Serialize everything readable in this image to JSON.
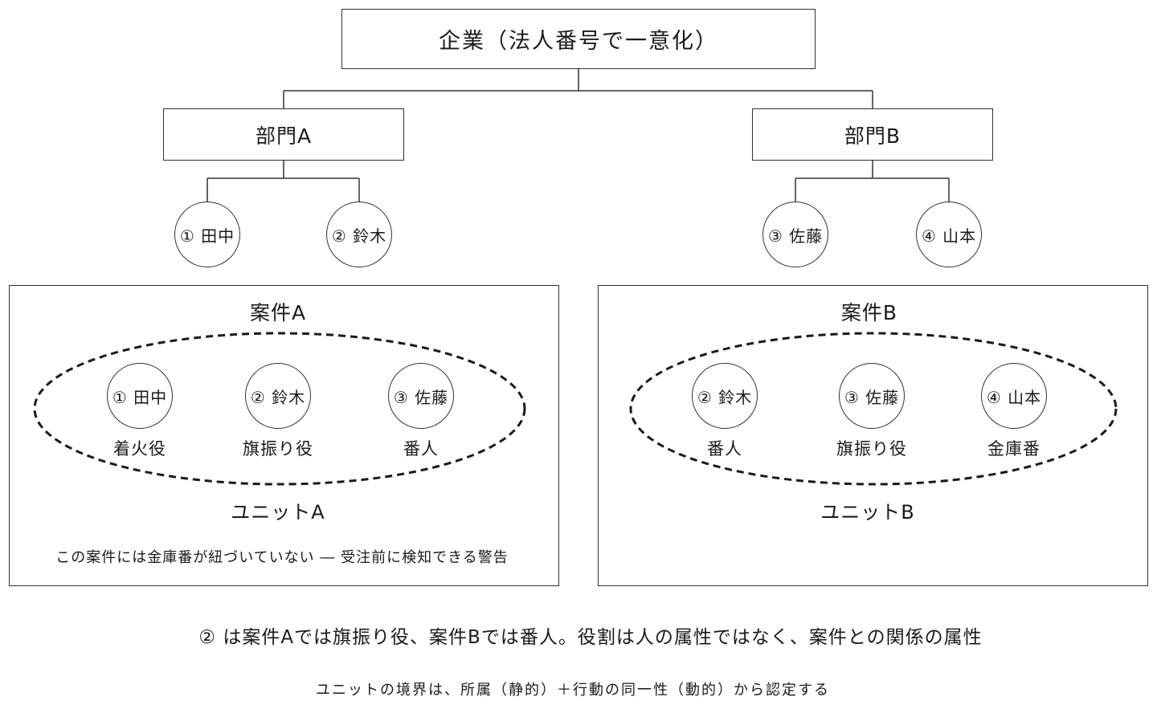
{
  "org": {
    "root": "企業（法人番号で一意化）",
    "departments": [
      {
        "label": "部門A",
        "members": [
          "① 田中",
          "② 鈴木"
        ]
      },
      {
        "label": "部門B",
        "members": [
          "③ 佐藤",
          "④ 山本"
        ]
      }
    ]
  },
  "cases": [
    {
      "title": "案件A",
      "unit_label": "ユニットA",
      "members": [
        {
          "person": "① 田中",
          "role": "着火役"
        },
        {
          "person": "② 鈴木",
          "role": "旗振り役"
        },
        {
          "person": "③ 佐藤",
          "role": "番人"
        }
      ],
      "warning": "この案件には金庫番が紐づいていない ― 受注前に検知できる警告"
    },
    {
      "title": "案件B",
      "unit_label": "ユニットB",
      "members": [
        {
          "person": "② 鈴木",
          "role": "番人"
        },
        {
          "person": "③ 佐藤",
          "role": "旗振り役"
        },
        {
          "person": "④ 山本",
          "role": "金庫番"
        }
      ]
    }
  ],
  "notes": {
    "main": "② は案件Aでは旗振り役、案件Bでは番人。役割は人の属性ではなく、案件との関係の属性",
    "sub": "ユニットの境界は、所属（静的）＋行動の同一性（動的）から認定する"
  },
  "colors": {
    "line": "#333333",
    "text": "#1a1a1a",
    "background": "#ffffff"
  }
}
